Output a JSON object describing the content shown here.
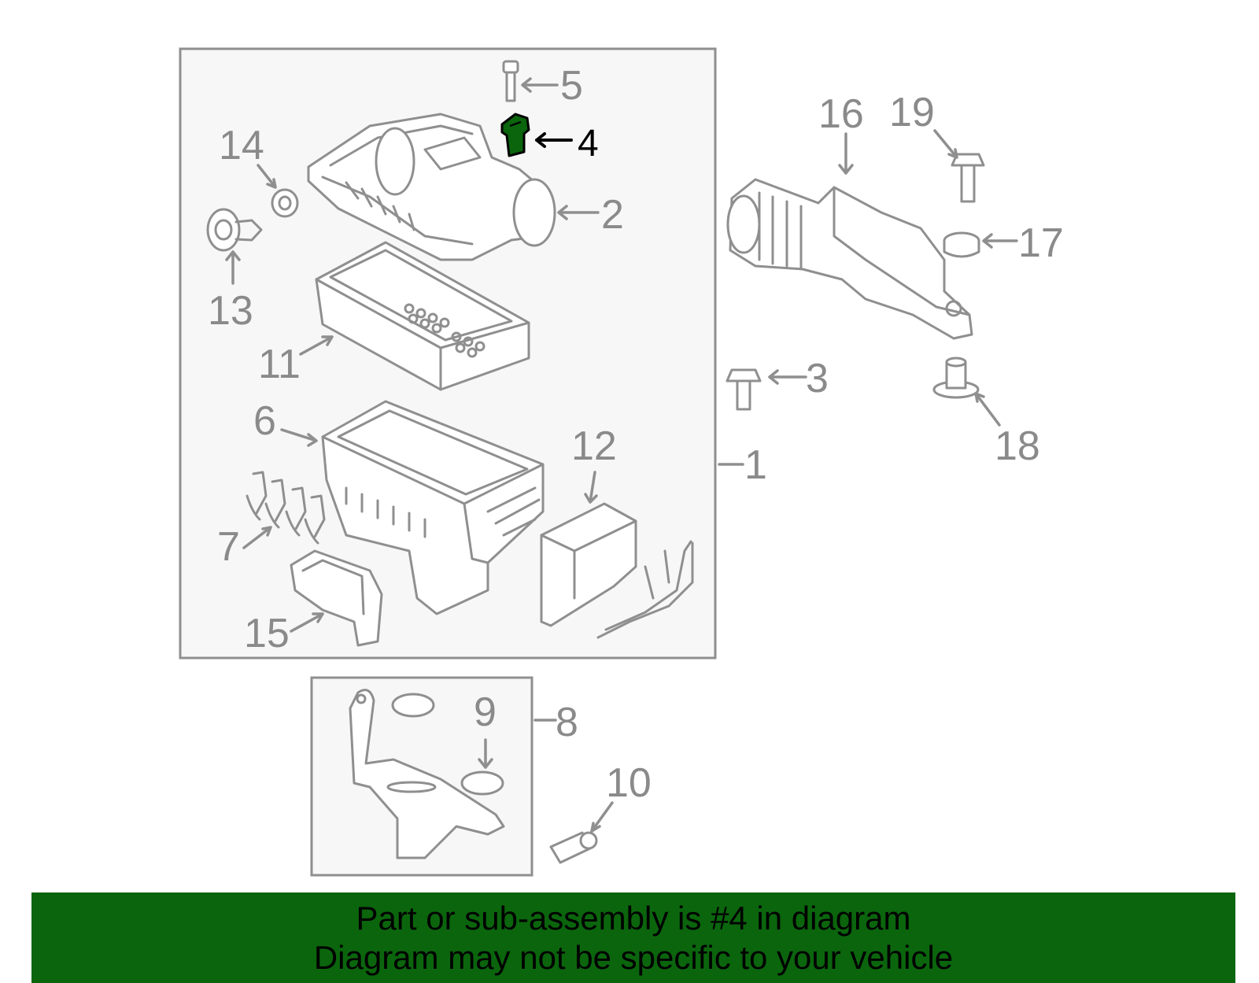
{
  "highlight_color": "#0b650d",
  "banner": {
    "line1": "Part or sub-assembly is #4 in diagram",
    "line2": "Diagram may not be specific to your vehicle"
  },
  "callouts": {
    "c1": "1",
    "c2": "2",
    "c3": "3",
    "c4": "4",
    "c5": "5",
    "c6": "6",
    "c7": "7",
    "c8": "8",
    "c9": "9",
    "c10": "10",
    "c11": "11",
    "c12": "12",
    "c13": "13",
    "c14": "14",
    "c15": "15",
    "c16": "16",
    "c17": "17",
    "c18": "18",
    "c19": "19"
  },
  "highlighted_part": "4"
}
